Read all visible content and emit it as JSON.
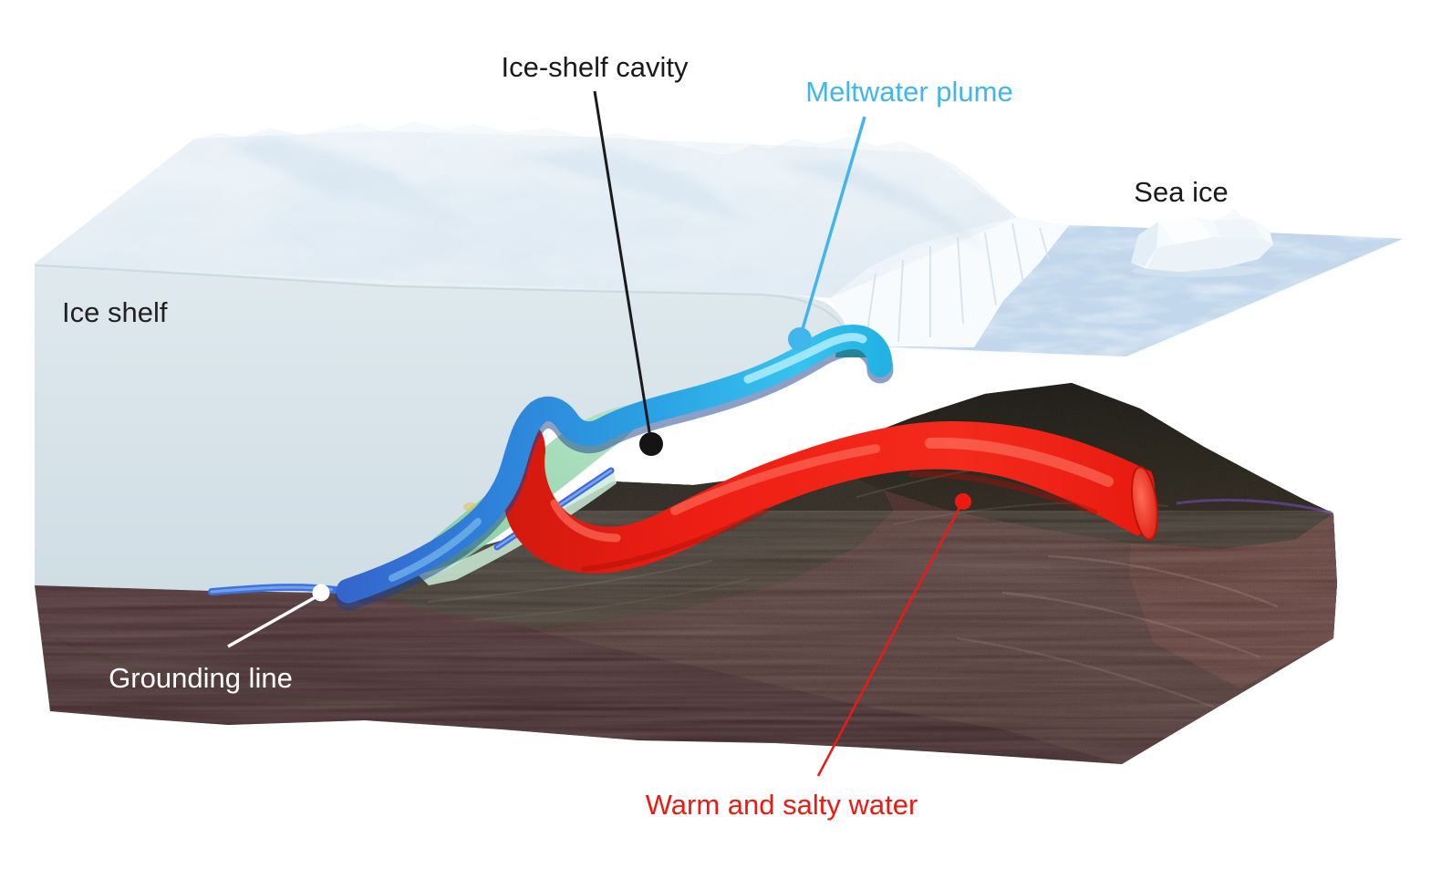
{
  "figure": {
    "type": "3d-cross-section-diagram",
    "subject": "Ice shelf, ocean cavity and seabed interaction",
    "background": "#ffffff"
  },
  "labels": {
    "ice_shelf_cavity": {
      "text": "Ice-shelf cavity",
      "color": "#1a1a1a"
    },
    "meltwater_plume": {
      "text": "Meltwater plume",
      "color": "#41b6ec"
    },
    "sea_ice": {
      "text": "Sea ice",
      "color": "#1a1a1a"
    },
    "ice_shelf": {
      "text": "Ice shelf",
      "color": "#222222"
    },
    "grounding_line": {
      "text": "Grounding line",
      "color": "#ffffff"
    },
    "warm_salty_water": {
      "text": "Warm and salty water",
      "color": "#ee1a12"
    }
  },
  "markers": {
    "ice_shelf_cavity_dot": "#141414",
    "meltwater_plume_dot": "#41b6ec",
    "grounding_line_dot": "#ffffff",
    "warm_salty_water_dot": "#ee1a12"
  },
  "palette": {
    "ice_front_face": "#d8e3e9",
    "ice_top": "#eff5f9",
    "calving_front": "#f8fbfd",
    "sea_ice_sheet": "#edf4f9",
    "meltwater_tube": "#2fa8e4",
    "meltwater_deep": "#3566cc",
    "warm_water_tube": "#ee1e13",
    "cavity_water_green": "#8fd4a8",
    "seabed_front": "#5d383c",
    "seabed_top": "#6a4a45",
    "seabed_hill": "#35332a"
  }
}
